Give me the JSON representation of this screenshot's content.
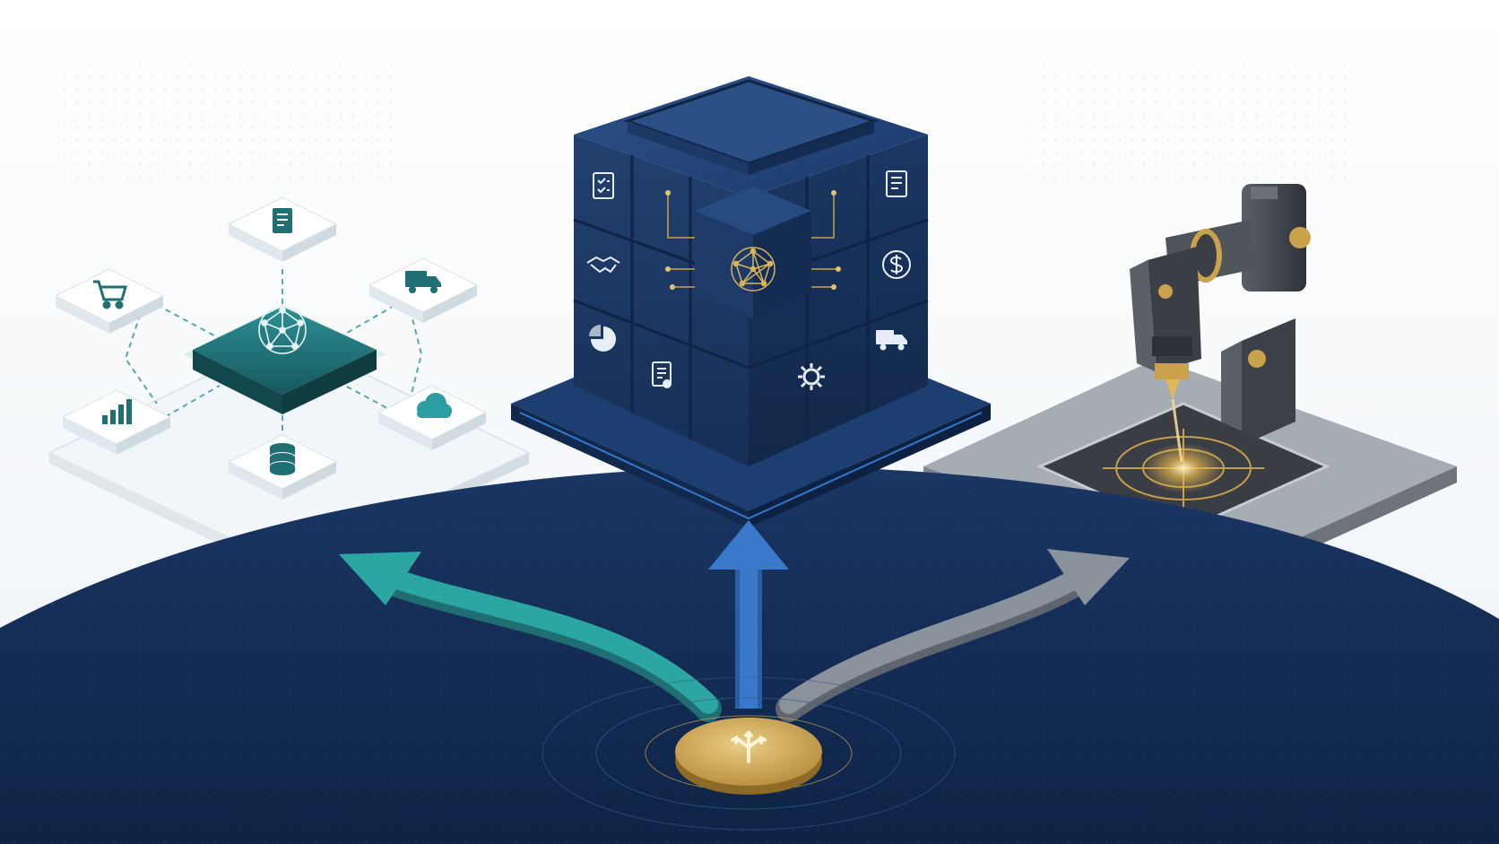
{
  "palette": {
    "navy": "#1b3560",
    "navy_dark": "#0f2447",
    "navy_ground": "#132b52",
    "teal": "#2ba6a3",
    "teal_dark": "#1d6f72",
    "blue_arrow": "#3a78c9",
    "gray_arrow": "#8a929c",
    "gold": "#caa24c",
    "gold_light": "#e3c275",
    "steel": "#4a4f57",
    "platform_gray": "#9aa0a8",
    "white_tile": "#f4f7f9"
  },
  "left_cluster": {
    "hub_icon": "network-icon",
    "tiles": [
      {
        "name": "document-icon"
      },
      {
        "name": "cart-icon"
      },
      {
        "name": "truck-icon"
      },
      {
        "name": "bar-chart-icon"
      },
      {
        "name": "database-icon"
      },
      {
        "name": "cloud-icon"
      }
    ]
  },
  "center_cube": {
    "core_icon": "network-icon",
    "face_icons": [
      "checklist-icon",
      "handshake-icon",
      "pie-chart-icon",
      "certificate-icon",
      "document-icon",
      "dollar-icon",
      "gear-icon",
      "truck-icon"
    ]
  },
  "right_robot": {
    "tool": "laser-icon",
    "target": "crosshair-icon"
  },
  "origin": {
    "icon": "branch-split-icon",
    "paths": [
      "teal-path",
      "blue-path",
      "gray-path"
    ]
  }
}
